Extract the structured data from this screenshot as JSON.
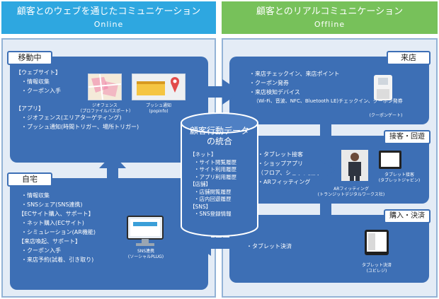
{
  "header": {
    "online_title": "顧客とのウェブを通じたコミュニケーション",
    "online_sub": "Online",
    "offline_title": "顧客とのリアルコミュニケーション",
    "offline_sub": "Offline"
  },
  "colors": {
    "online": "#2ea7e0",
    "offline": "#77c15a",
    "panel": "#3d6fb5",
    "bg": "#e4ecf6"
  },
  "moving": {
    "tag": "移動中",
    "lines": [
      "【ウェブサイト】",
      "・情報収集",
      "・クーポン入手",
      "",
      "【アプリ】",
      "・ジオフェンス(エリアターゲティング)",
      "・プッシュ通知(時間トリガー、場所トリガー)"
    ],
    "img1_caption": [
      "ジオフェンス",
      "（プロファイルパスポート）"
    ],
    "img2_caption": [
      "プッシュ通知",
      "(popinfo)"
    ]
  },
  "home": {
    "tag": "自宅",
    "lines": [
      "・情報収集",
      "・SNSシェア(SNS連携)",
      "【ECサイト購入、サポート】",
      "・ネット購入(ECサイト)",
      "・シミュレーション(AR機能)",
      "【来店喚起、サポート】",
      "・クーポン入手",
      "・来店予約(試着、引き取り)"
    ],
    "img_caption": [
      "SNS連携",
      "(ソーシャルPLUG)"
    ]
  },
  "center": {
    "title": [
      "顧客行動データ",
      "の統合"
    ],
    "lines": [
      "【ネット】",
      "・サイト閲覧履歴",
      "・サイト利用履歴",
      "・アプリ利用履歴",
      "【店舗】",
      "・店舗閲覧履歴",
      "・店内回遊履歴",
      "【SNS】",
      "・SNS登録情報"
    ]
  },
  "visit": {
    "tag": "来店",
    "lines": [
      "・来店チェックイン、来店ポイント",
      "・クーポン発券",
      "・来店検知デバイス",
      "（Wi-Fi、音波、NFC、Bluetooth LE)チェックイン、クーポン発券"
    ],
    "img_caption": [
      "(クーポンゲート)"
    ]
  },
  "service": {
    "tag": "接客・回遊",
    "lines": [
      "・タブレット接客",
      "・ショップアプリ",
      "（フロア、ショップ案内）",
      "・ARフィッティング"
    ],
    "img1_caption": [
      "ARフィッティング",
      "(トランジットデジタルワークス社)"
    ],
    "img2_caption": [
      "タブレット接客",
      "(タブレットジャビン)"
    ]
  },
  "purchase": {
    "tag": "購入・決済",
    "lines": [
      "・タブレット決済"
    ],
    "img_caption": [
      "タブレット決済",
      "(ユビレジ)"
    ]
  }
}
